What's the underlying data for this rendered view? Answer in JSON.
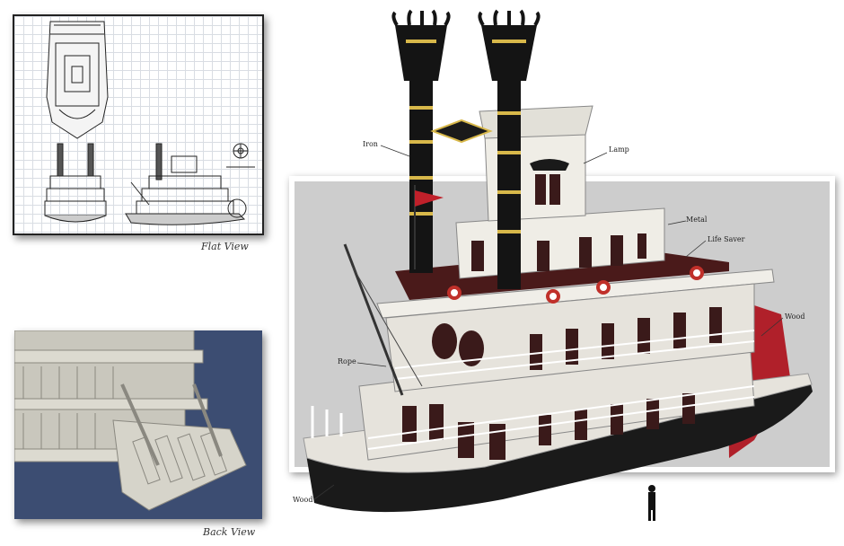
{
  "captions": {
    "flat_view": "Flat View",
    "back_view": "Back View"
  },
  "labels": {
    "iron": "Iron",
    "lamp": "Lamp",
    "metal": "Metal",
    "life_saver": "Life Saver",
    "wood_right": "Wood",
    "rope": "Rope",
    "wood_left": "Wood"
  },
  "colors": {
    "hull": "#1a1a1a",
    "deck": "#e6e3dc",
    "trim": "#4a1a1a",
    "paddle": "#b0202a",
    "gold": "#d8b84a",
    "backdrop": "#cdcdcd",
    "back_bg": "#3c4d72"
  }
}
